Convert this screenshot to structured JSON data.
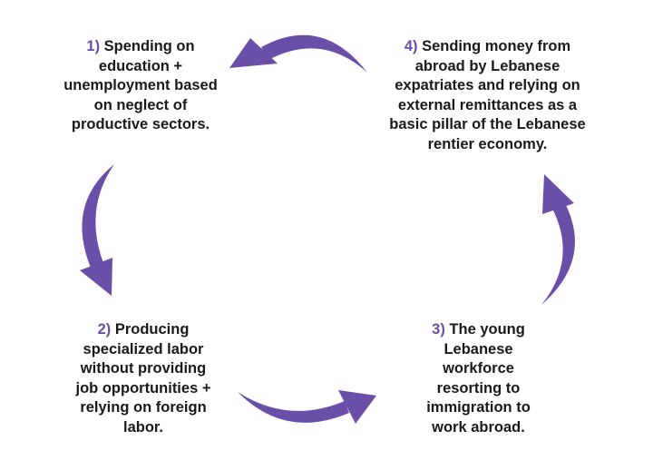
{
  "colors": {
    "accent": "#6a4fa8",
    "text": "#1a1a1a"
  },
  "steps": [
    {
      "num": "1)",
      "text": "Spending on education + unemployment based on neglect of productive sectors."
    },
    {
      "num": "2)",
      "text": "Producing specialized labor without providing job opportunities + relying on foreign labor."
    },
    {
      "num": "3)",
      "text": "The young Lebanese workforce resorting to immigration to work abroad."
    },
    {
      "num": "4)",
      "text": "Sending money from abroad by Lebanese expatriates and relying on external remittances as a basic pillar of the Lebanese rentier economy."
    }
  ]
}
